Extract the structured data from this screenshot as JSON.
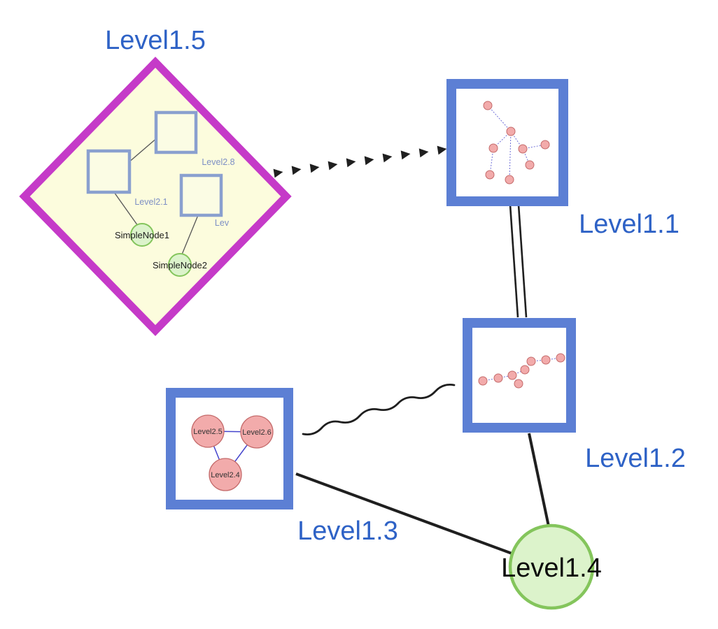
{
  "colors": {
    "label_blue": "#2e62c6",
    "label_dark": "#0a0a0a",
    "diamond_border": "#c53ac8",
    "diamond_fill": "#fcfcdd",
    "group_border": "#5c7fd4",
    "inner_square_border": "#8aa0cf",
    "inner_square_fill": "#fbfce4",
    "inner_label": "#7d8fc5",
    "green_fill": "#dcf3cb",
    "green_border": "#84c55c",
    "pink_fill": "#f2abab",
    "pink_border": "#c46a6a",
    "mini_edge_blue": "#6f6fd8",
    "tri_edge_blue": "#4444cc",
    "edge_black": "#1f1f1f"
  },
  "nodes": {
    "level1_5": {
      "label": "Level1.5",
      "type": "group-diamond"
    },
    "level1_1": {
      "label": "Level1.1",
      "type": "group-box"
    },
    "level1_2": {
      "label": "Level1.2",
      "type": "group-box"
    },
    "level1_3": {
      "label": "Level1.3",
      "type": "group-box"
    },
    "level1_4": {
      "label": "Level1.4",
      "type": "circle"
    },
    "level2_8": {
      "label": "Level2.8"
    },
    "level2_1": {
      "label": "Level2.1"
    },
    "lev": {
      "label": "Lev"
    },
    "simple_node_1": {
      "label": "SimpleNode1"
    },
    "simple_node_2": {
      "label": "SimpleNode2"
    },
    "level2_5": {
      "label": "Level2.5"
    },
    "level2_6": {
      "label": "Level2.6"
    },
    "level2_4": {
      "label": "Level2.4"
    }
  },
  "edges": [
    {
      "from": "Level1.5",
      "to": "Level1.1",
      "style": "dashed-arrow-chain"
    },
    {
      "from": "Level1.1",
      "to": "Level1.2",
      "style": "double-line"
    },
    {
      "from": "Level1.3",
      "to": "Level1.2",
      "style": "wavy"
    },
    {
      "from": "Level1.3",
      "to": "Level1.4",
      "style": "solid"
    },
    {
      "from": "Level1.2",
      "to": "Level1.4",
      "style": "solid"
    }
  ]
}
